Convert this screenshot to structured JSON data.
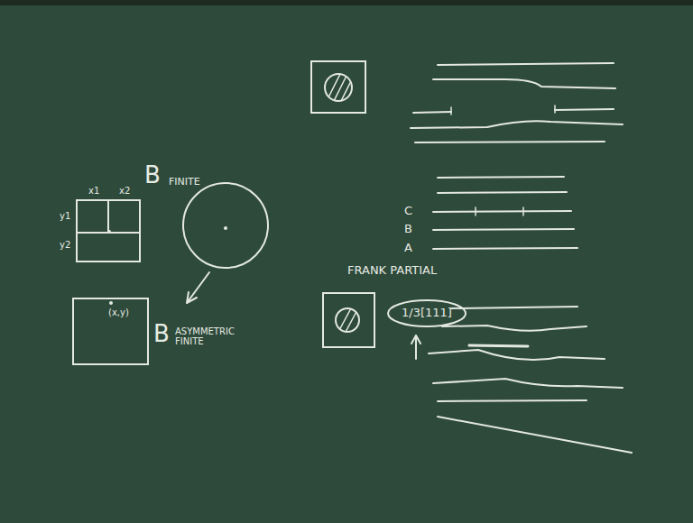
{
  "diagram": {
    "nodes": [
      {
        "text": [
          "(x,y)"
        ]
      },
      {
        "text": [
          "1/3[111]"
        ]
      }
    ],
    "labels": [
      "B",
      "FINITE",
      "x1",
      "x2",
      "y1",
      "y2",
      "B",
      "ASYMMETRIC FINITE",
      "C",
      "B",
      "A",
      "FRANK PARTIAL"
    ]
  }
}
